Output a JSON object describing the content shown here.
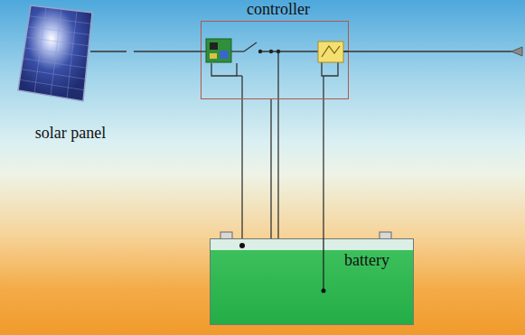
{
  "diagram": {
    "nodes": [
      {
        "text": [
          "solar panel"
        ]
      },
      {
        "text": [
          "controller"
        ]
      },
      {
        "text": [
          "battery"
        ]
      }
    ],
    "edges": [
      {
        "from": 0,
        "to": 1,
        "arrow": "none"
      },
      {
        "from": 1,
        "to": 2,
        "arrow": "none"
      }
    ]
  }
}
